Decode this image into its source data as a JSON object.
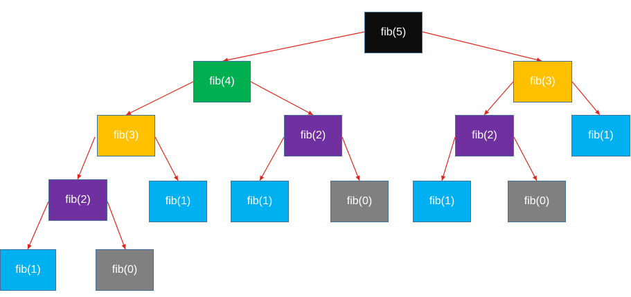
{
  "colors": {
    "root": "#0d0d0d",
    "fib4": "#00b050",
    "fib3": "#ffc000",
    "fib2": "#7030a0",
    "fib1": "#00b0f0",
    "fib0": "#808080",
    "edge": "#e0261b"
  },
  "nodes": [
    {
      "id": "n5",
      "label": "fib(5)",
      "kind": "root"
    },
    {
      "id": "n4",
      "label": "fib(4)",
      "kind": "fib4"
    },
    {
      "id": "n3r",
      "label": "fib(3)",
      "kind": "fib3"
    },
    {
      "id": "n3l",
      "label": "fib(3)",
      "kind": "fib3"
    },
    {
      "id": "n2m",
      "label": "fib(2)",
      "kind": "fib2"
    },
    {
      "id": "n2r",
      "label": "fib(2)",
      "kind": "fib2"
    },
    {
      "id": "n1r",
      "label": "fib(1)",
      "kind": "fib1"
    },
    {
      "id": "n2l",
      "label": "fib(2)",
      "kind": "fib2"
    },
    {
      "id": "n1a",
      "label": "fib(1)",
      "kind": "fib1"
    },
    {
      "id": "n1b",
      "label": "fib(1)",
      "kind": "fib1"
    },
    {
      "id": "n0a",
      "label": "fib(0)",
      "kind": "fib0"
    },
    {
      "id": "n1c",
      "label": "fib(1)",
      "kind": "fib1"
    },
    {
      "id": "n0b",
      "label": "fib(0)",
      "kind": "fib0"
    },
    {
      "id": "n1d",
      "label": "fib(1)",
      "kind": "fib1"
    },
    {
      "id": "n0c",
      "label": "fib(0)",
      "kind": "fib0"
    }
  ],
  "edges": [
    [
      "n5",
      "n4"
    ],
    [
      "n5",
      "n3r"
    ],
    [
      "n4",
      "n3l"
    ],
    [
      "n4",
      "n2m"
    ],
    [
      "n3r",
      "n2r"
    ],
    [
      "n3r",
      "n1r"
    ],
    [
      "n3l",
      "n2l"
    ],
    [
      "n3l",
      "n1a"
    ],
    [
      "n2m",
      "n1b"
    ],
    [
      "n2m",
      "n0a"
    ],
    [
      "n2r",
      "n1c"
    ],
    [
      "n2r",
      "n0b"
    ],
    [
      "n2l",
      "n1d"
    ],
    [
      "n2l",
      "n0c"
    ]
  ]
}
